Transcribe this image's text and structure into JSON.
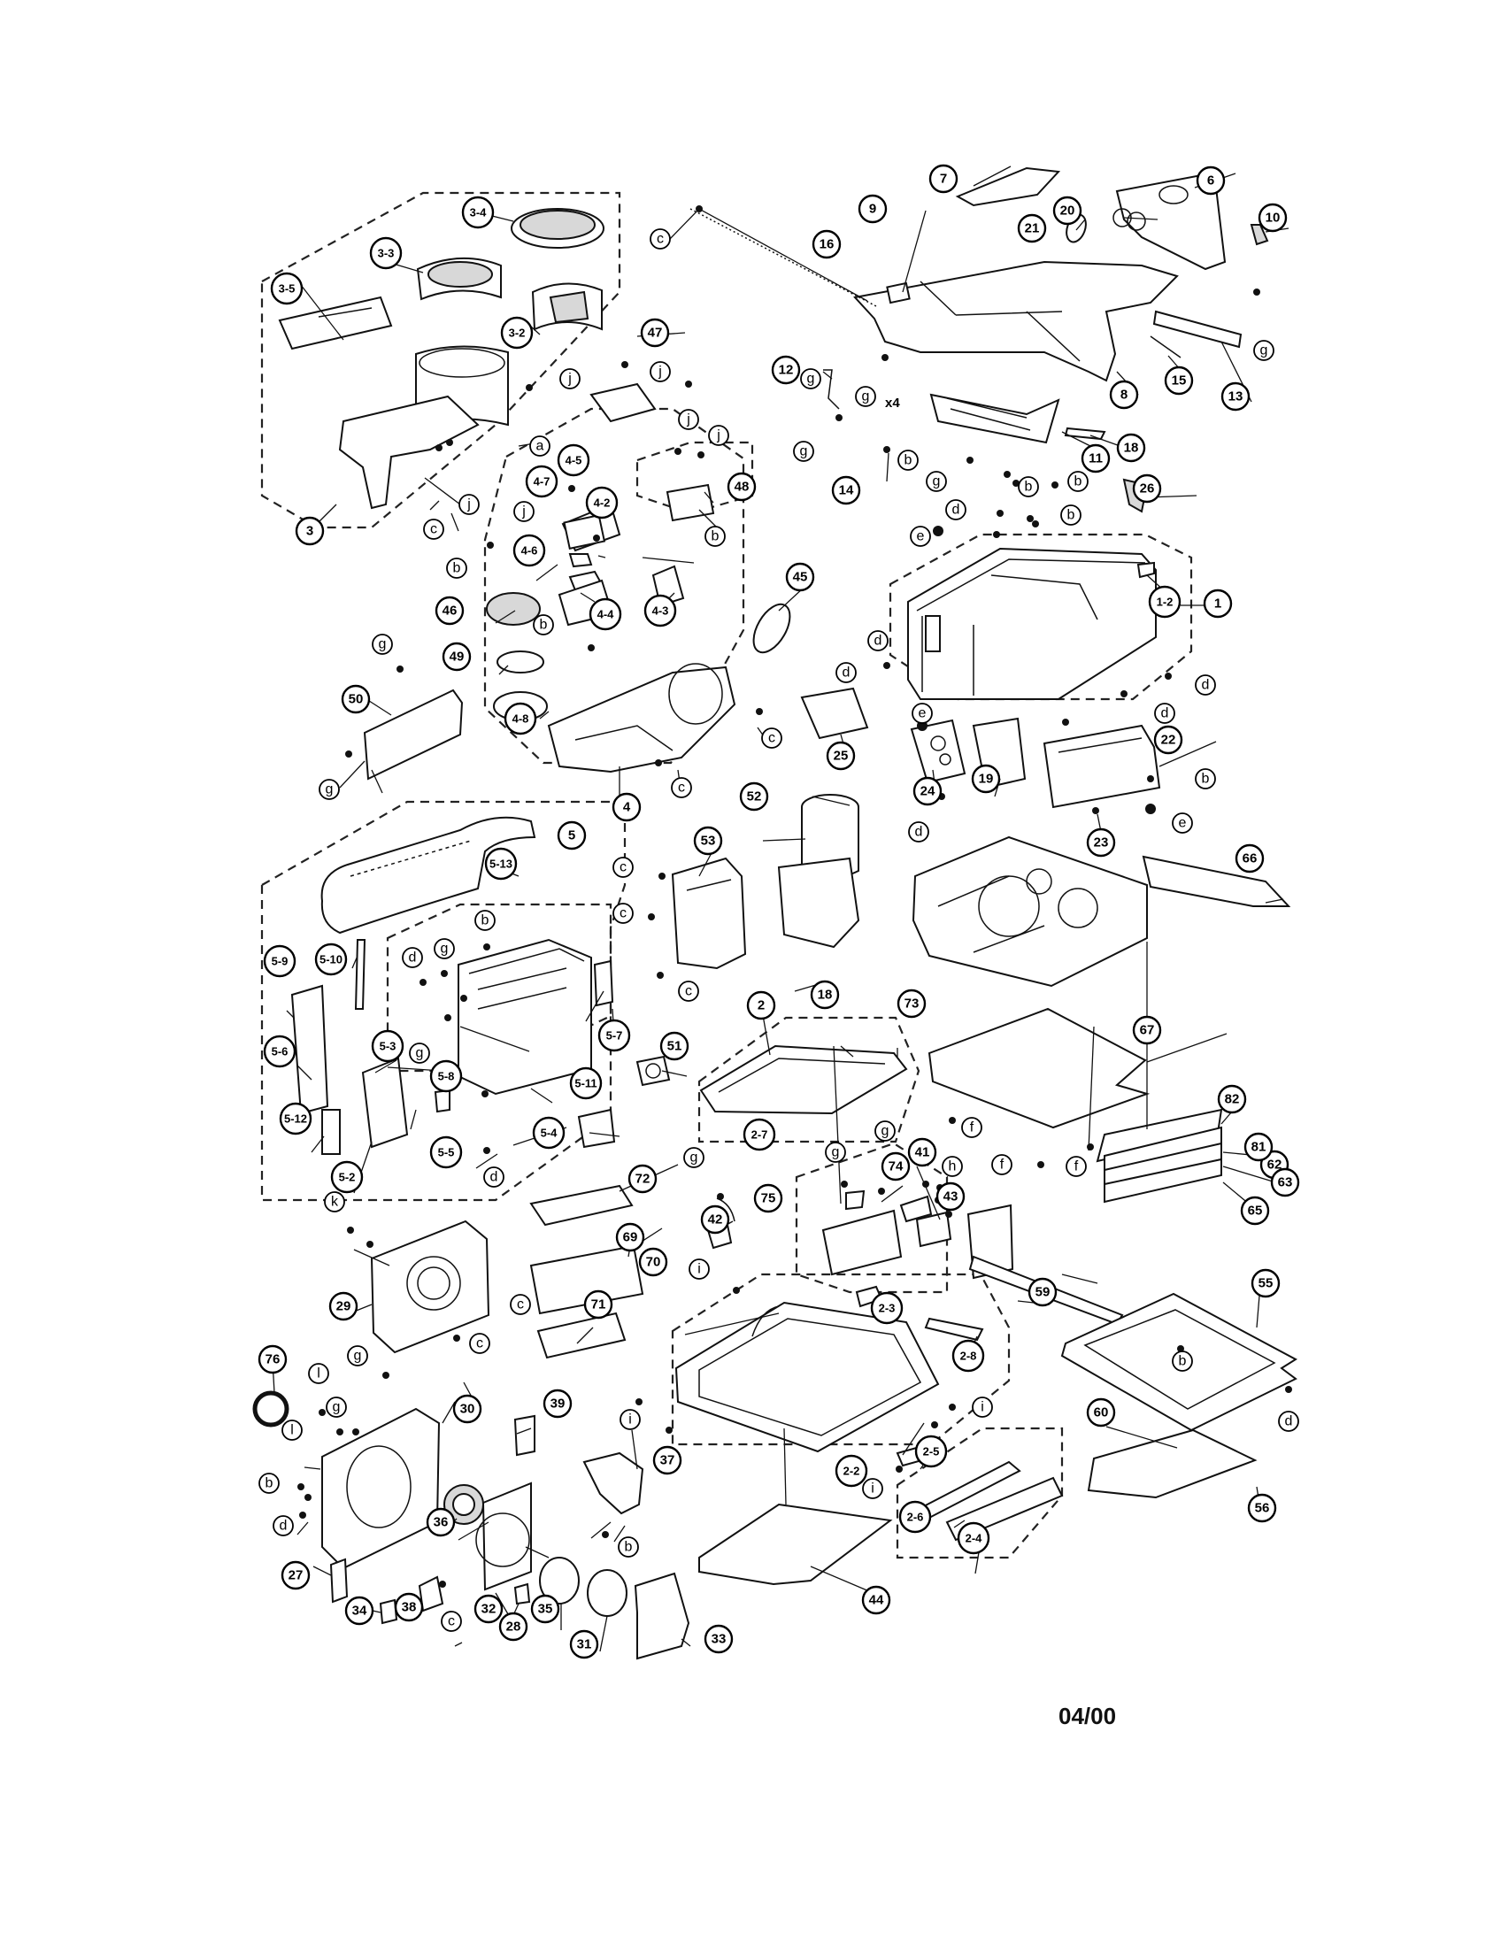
{
  "footer": {
    "code": "04/00"
  },
  "callouts": [
    "1",
    "1-2",
    "2",
    "2-2",
    "2-3",
    "2-4",
    "2-5",
    "2-6",
    "2-7",
    "2-8",
    "3",
    "3-2",
    "3-3",
    "3-4",
    "3-5",
    "4",
    "4-2",
    "4-3",
    "4-4",
    "4-5",
    "4-6",
    "4-7",
    "4-8",
    "5",
    "5-2",
    "5-3",
    "5-4",
    "5-5",
    "5-6",
    "5-7",
    "5-8",
    "5-9",
    "5-10",
    "5-11",
    "5-12",
    "5-13",
    "6",
    "7",
    "8",
    "9",
    "10",
    "11",
    "12",
    "13",
    "14",
    "15",
    "16",
    "18",
    "18",
    "19",
    "20",
    "21",
    "22",
    "23",
    "24",
    "25",
    "26",
    "27",
    "28",
    "29",
    "30",
    "31",
    "32",
    "33",
    "34",
    "35",
    "36",
    "37",
    "38",
    "39",
    "41",
    "42",
    "43",
    "44",
    "45",
    "46",
    "47",
    "48",
    "49",
    "50",
    "51",
    "52",
    "53",
    "55",
    "56",
    "59",
    "60",
    "62",
    "63",
    "65",
    "66",
    "67",
    "69",
    "70",
    "71",
    "72",
    "73",
    "74",
    "75",
    "76",
    "81",
    "82"
  ],
  "screw_letters": [
    "a",
    "b",
    "c",
    "d",
    "e",
    "f",
    "g",
    "h",
    "i",
    "j",
    "k",
    "l"
  ],
  "note_x4": "x4"
}
